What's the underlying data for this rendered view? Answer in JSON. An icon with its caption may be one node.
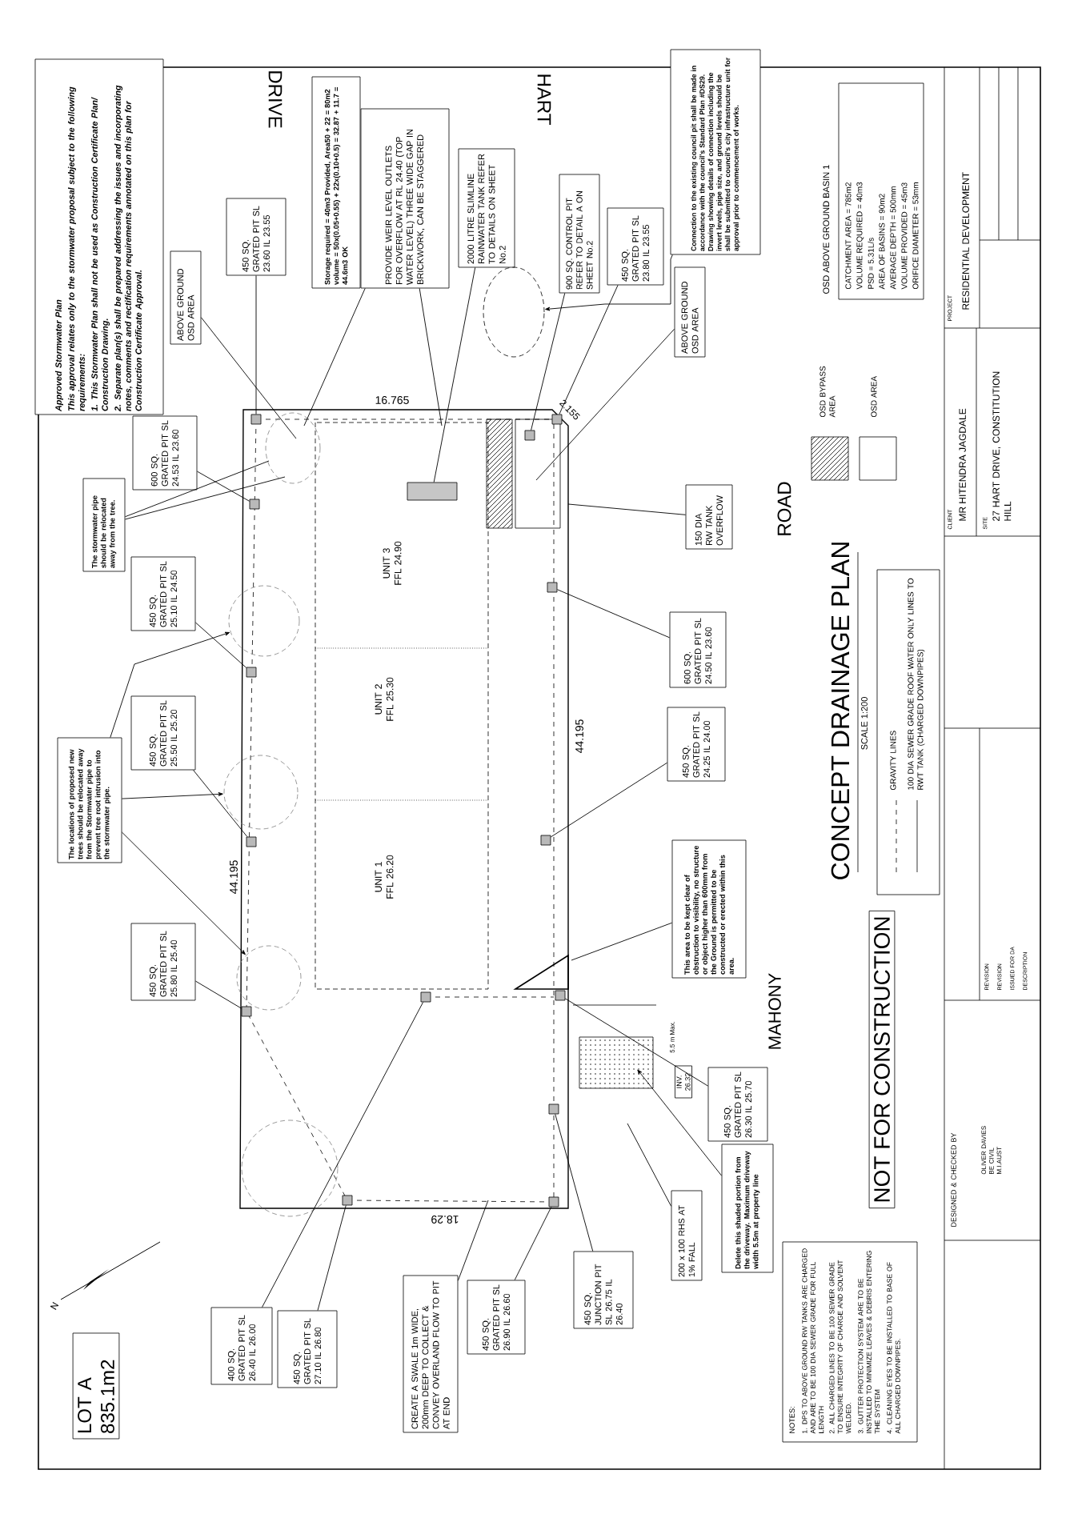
{
  "diagram": {
    "title": "CONCEPT DRAINAGE PLAN",
    "nodes": [
      {
        "text": [
          "Approved Stormwater Plan",
          "This approval relates only to the stormwater proposal subject to the following requirements:",
          "1. This Stormwater Plan shall not be used as Construction Certificate Plan/ Construction Drawing.",
          "2. Separate plan(s) shall be prepared addressing the issues and incorporating notes, comments and rectification requirements annotated on this plan for Construction Certificate Approval."
        ]
      },
      {
        "text": [
          "ABOVE GROUND OSD AREA"
        ]
      },
      {
        "text": [
          "450 SQ. GRATED PIT SL 23.60 IL 23.55"
        ]
      },
      {
        "text": [
          "Storage required = 40m3 Provided, Area50 + 22 = 80m2 volume = 50x(0.05+0.55) + 22x(0.10+0.5) = 32.87 + 11.7 = 44.6m3 OK"
        ]
      },
      {
        "text": [
          "PROVIDE WEIR LEVEL OUTLETS FOR OVERFLOW AT RL 24.40 (TOP WATER LEVEL) THREE WIDE GAP IN BRICKWORK, CAN BE STAGGERED"
        ]
      },
      {
        "text": [
          "2000 LITRE SLIMLINE RAINWATER TANK REFER TO DETAILS ON SHEET No.2"
        ]
      },
      {
        "text": [
          "900 SQ. CONTROL PIT REFER TO DETAIL A ON SHEET No.2"
        ]
      },
      {
        "text": [
          "450 SQ. GRATED PIT SL 23.80 IL 23.55"
        ]
      },
      {
        "text": [
          "ABOVE GROUND OSD AREA"
        ]
      },
      {
        "text": [
          "Connection to the existing council pit shall be made in accordance with the council's Standard Plan #DS29. Drawing showing details of connection including the invert levels, pipe size, and ground levels should be shall be submitted to council's city infrastructure unit for approval prior to commencement of works."
        ]
      },
      {
        "text": [
          "150 DIA RW TANK OVERFLOW"
        ]
      },
      {
        "text": [
          "600 SQ. GRATED PIT SL 24.50 IL 23.60"
        ]
      },
      {
        "text": [
          "450 SQ. GRATED PIT SL 24.25 IL 24.00"
        ]
      },
      {
        "text": [
          "This area to be kept clear of obstruction to visibility, no structure or object higher than 600mm from the Ground is permitted to be constructed or erected within this area."
        ]
      },
      {
        "text": [
          "The stormwater pipe should be relocated away from the tree."
        ]
      },
      {
        "text": [
          "The locations of proposed new trees should be relocated away from the Stormwater pipe to prevent tree root intrusion into the stormwater pipe."
        ]
      },
      {
        "text": [
          "600 SQ. GRATED PIT SL 24.53 IL 23.60"
        ]
      },
      {
        "text": [
          "450 SQ. GRATED PIT SL 25.10 IL 24.50"
        ]
      },
      {
        "text": [
          "450 SQ. GRATED PIT SL 25.50 IL 25.20"
        ]
      },
      {
        "text": [
          "450 SQ. GRATED PIT SL 25.80 IL 25.40"
        ]
      },
      {
        "text": [
          "400 SQ. GRATED PIT SL 26.40 IL 26.00"
        ]
      },
      {
        "text": [
          "450 SQ. GRATED PIT SL 27.10 IL 26.80"
        ]
      },
      {
        "text": [
          "CREATE A SWALE 1m WIDE, 200mm DEEP TO COLLECT & CONVEY OVERLAND FLOW TO PIT AT END"
        ]
      },
      {
        "text": [
          "450 SQ. GRATED PIT SL 26.90 IL 26.60"
        ]
      },
      {
        "text": [
          "450 SQ. JUNCTION PIT SL 26.75 IL 26.40"
        ]
      },
      {
        "text": [
          "200 x 100 RHS AT 1% FALL"
        ]
      },
      {
        "text": [
          "Delete this shaded portion from the driveway. Maximum driveway width 5.5m at property line"
        ]
      },
      {
        "text": [
          "450 SQ. GRATED PIT SL 26.30 IL 25.70"
        ]
      },
      {
        "text": [],
        "shape": "box"
      },
      {
        "text": [],
        "shape": "circle"
      },
      {
        "text": [],
        "shape": "circle"
      },
      {
        "text": [],
        "shape": "circle"
      },
      {
        "text": [],
        "shape": "circle"
      },
      {
        "text": [],
        "shape": "box"
      },
      {
        "text": [],
        "shape": "box"
      },
      {
        "text": [],
        "shape": "box"
      },
      {
        "text": [],
        "shape": "box"
      },
      {
        "text": [],
        "shape": "box"
      },
      {
        "text": [],
        "shape": "box"
      },
      {
        "text": [],
        "shape": "box"
      },
      {
        "text": [],
        "shape": "box"
      },
      {
        "text": [],
        "shape": "box"
      },
      {
        "text": [],
        "shape": "box"
      },
      {
        "text": [],
        "shape": "box"
      },
      {
        "text": [],
        "shape": "box"
      },
      {
        "text": [],
        "shape": "box"
      },
      {
        "text": [],
        "shape": "box"
      }
    ],
    "edges": [
      {
        "from": 1,
        "to": null,
        "arrow": "none"
      },
      {
        "from": 2,
        "to": 33,
        "arrow": "none"
      },
      {
        "from": 4,
        "to": null,
        "arrow": "none"
      },
      {
        "from": 4,
        "to": null,
        "arrow": "none"
      },
      {
        "from": 5,
        "to": 28,
        "arrow": "none"
      },
      {
        "from": 9,
        "to": 29,
        "arrow": "to"
      },
      {
        "from": 6,
        "to": 35,
        "arrow": "none"
      },
      {
        "from": 7,
        "to": 34,
        "arrow": "none"
      },
      {
        "from": 8,
        "to": null,
        "arrow": "none"
      },
      {
        "from": 10,
        "to": null,
        "arrow": "none"
      },
      {
        "from": 11,
        "to": 37,
        "arrow": "none"
      },
      {
        "from": 12,
        "to": 39,
        "arrow": "none"
      },
      {
        "from": 13,
        "to": null,
        "arrow": "none"
      },
      {
        "from": 14,
        "to": null,
        "arrow": "none"
      },
      {
        "from": 14,
        "to": null,
        "arrow": "none"
      },
      {
        "from": 15,
        "to": 30,
        "arrow": "to"
      },
      {
        "from": 15,
        "to": 31,
        "arrow": "to"
      },
      {
        "from": 15,
        "to": 32,
        "arrow": "to"
      },
      {
        "from": 16,
        "to": 36,
        "arrow": "none"
      },
      {
        "from": 17,
        "to": 38,
        "arrow": "none"
      },
      {
        "from": 18,
        "to": 40,
        "arrow": "none"
      },
      {
        "from": 19,
        "to": 43,
        "arrow": "none"
      },
      {
        "from": 20,
        "to": 42,
        "arrow": "none"
      },
      {
        "from": 21,
        "to": 45,
        "arrow": "none"
      },
      {
        "from": 22,
        "to": null,
        "arrow": "none"
      },
      {
        "from": 23,
        "to": 46,
        "arrow": "none"
      },
      {
        "from": 24,
        "to": 44,
        "arrow": "none"
      },
      {
        "from": 25,
        "to": null,
        "arrow": "none"
      },
      {
        "from": 26,
        "to": null,
        "arrow": "to"
      },
      {
        "from": 27,
        "to": 41,
        "arrow": "none"
      }
    ],
    "labels": [
      "DRIVE",
      "HART",
      "ROAD",
      "MAHONY",
      "UNIT 3 FFL 24.90",
      "UNIT 2 FFL 25.30",
      "UNIT 1 FFL 26.20",
      "16.765",
      "44.195",
      "44.195",
      "18.29",
      "2.155",
      "LOT A 835.1m2",
      "N",
      "INV. 26.32",
      "5.5 m Max.",
      "SCALE 1:200",
      "NOT FOR CONSTRUCTION",
      "OSD ABOVE GROUND BASIN 1",
      "CATCHMENT AREA = 785m2",
      "VOLUME REQUIRED = 40m3",
      "PSD = 5.31L/s",
      "AREA OF BASINS = 90m2",
      "AVERAGE DEPTH = 500mm",
      "VOLUME PROVIDED = 45m3",
      "ORIFICE DIAMETER = 53mm",
      "NOTES:",
      "1. DPS TO ABOVE GROUND RW TANKS ARE CHARGED AND ARE TO BE 100 DIA SEWER GRADE FOR FULL LENGTH",
      "2. ALL CHARGED LINES TO BE 100 SEWER GRADE TO ENSURE INTEGRITY OF CHARGE AND SOLVENT WELDED.",
      "3. GUTTER PROTECTION SYSTEM ARE TO BE INSTALLED TO MINIMIZE LEAVES & DEBRIS ENTERING THE SYSTEM",
      "4. CLEANING EYES TO BE INSTALLED TO BASE OF ALL CHARGED DOWNPIPES.",
      "PROJECT",
      "RESIDENTIAL DEVELOPMENT",
      "CLIENT",
      "MR HITENDRA JAGDALE",
      "SITE",
      "27 HART DRIVE, CONSTITUTION HILL",
      "DESIGNED & CHECKED BY",
      "OLIVER DAVIES BE CIVIL M.I.AUST",
      "REVISION",
      "REVISION",
      "ISSUED FOR DA",
      "DESCRIPTION"
    ],
    "legend": [
      {
        "text": "OSD BYPASS AREA"
      },
      {
        "text": "OSD AREA"
      },
      {
        "text": "GRAVITY LINES"
      },
      {
        "text": "100 DIA SEWER GRADE ROOF WATER ONLY LINES TO RWT TANK (CHARGED DOWNPIPES)"
      }
    ]
  }
}
